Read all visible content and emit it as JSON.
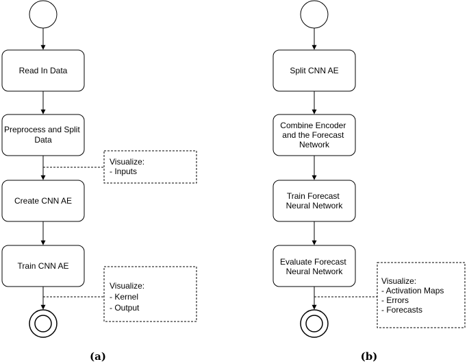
{
  "diagram_a": {
    "caption": "(a)",
    "steps": [
      {
        "lines": [
          "Read In Data"
        ]
      },
      {
        "lines": [
          "Preprocess and Split",
          "Data"
        ]
      },
      {
        "lines": [
          "Create CNN AE"
        ]
      },
      {
        "lines": [
          "Train CNN AE"
        ]
      }
    ],
    "notes": [
      {
        "lines": [
          "Visualize:",
          "- Inputs"
        ]
      },
      {
        "lines": [
          "Visualize:",
          "- Kernel",
          "- Output"
        ]
      }
    ]
  },
  "diagram_b": {
    "caption": "(b)",
    "steps": [
      {
        "lines": [
          "Split CNN AE"
        ]
      },
      {
        "lines": [
          "Combine Encoder",
          "and the Forecast",
          "Network"
        ]
      },
      {
        "lines": [
          "Train Forecast",
          "Neural Network"
        ]
      },
      {
        "lines": [
          "Evaluate Forecast",
          "Neural Network"
        ]
      }
    ],
    "notes": [
      {
        "lines": [
          "Visualize:",
          "- Activation Maps",
          "- Errors",
          "- Forecasts"
        ]
      }
    ]
  },
  "colors": {
    "stroke": "#000000",
    "fill": "#ffffff"
  }
}
